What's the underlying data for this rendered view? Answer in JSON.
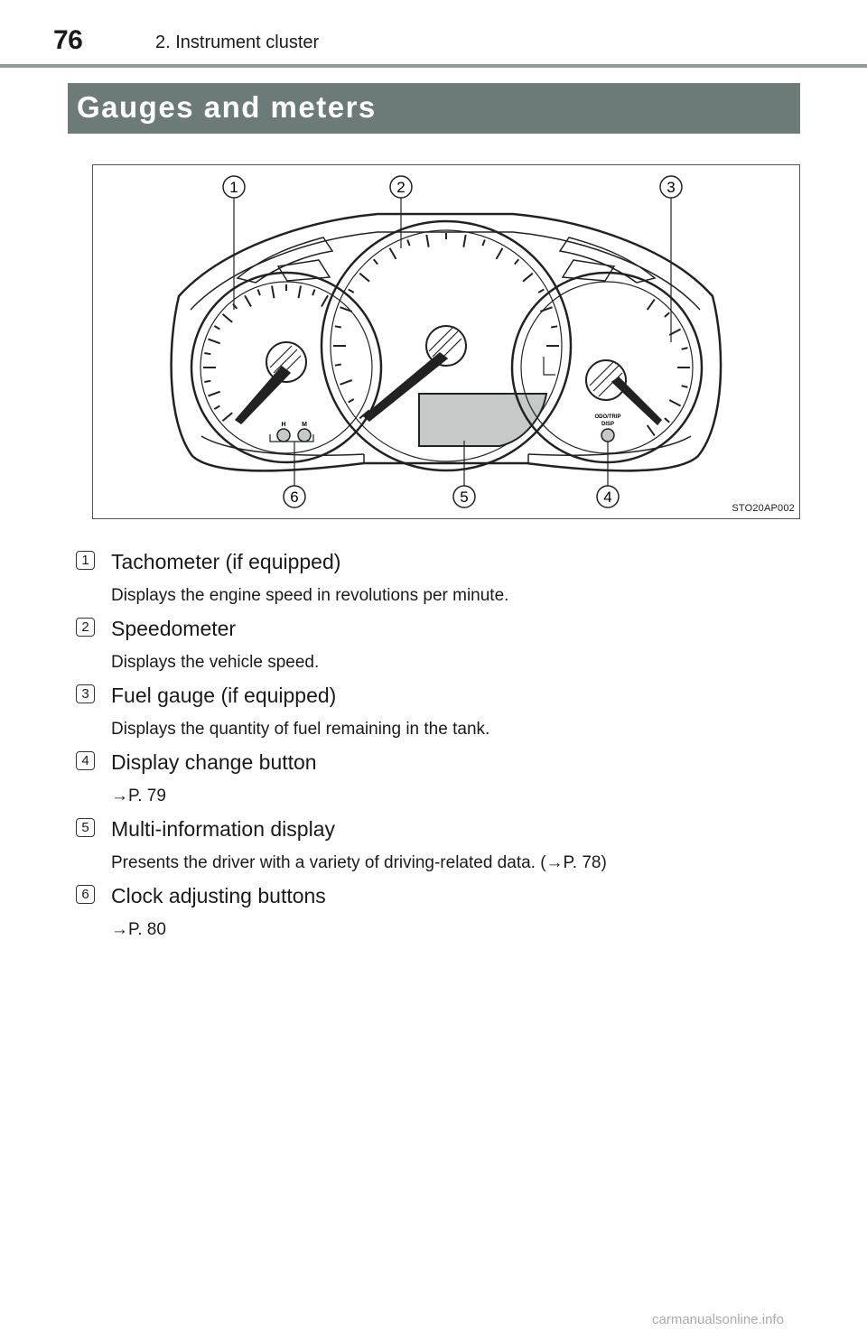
{
  "header": {
    "page_number": "76",
    "chapter": "2. Instrument cluster"
  },
  "section": {
    "title": "Gauges and meters"
  },
  "figure": {
    "code": "STO20AP002",
    "callouts": [
      "1",
      "2",
      "3",
      "4",
      "5",
      "6"
    ],
    "button_labels": {
      "hour": "H",
      "minute": "M",
      "odo_line1": "ODO/TRIP",
      "odo_line2": "DISP"
    }
  },
  "items": [
    {
      "number": "1",
      "title": "Tachometer (if equipped)",
      "description": "Displays the engine speed in revolutions per minute."
    },
    {
      "number": "2",
      "title": "Speedometer",
      "description": "Displays the vehicle speed."
    },
    {
      "number": "3",
      "title": "Fuel gauge (if equipped)",
      "description": "Displays the quantity of fuel remaining in the tank."
    },
    {
      "number": "4",
      "title": "Display change button",
      "description": "→P. 79"
    },
    {
      "number": "5",
      "title": "Multi-information display",
      "description": "Presents the driver with a variety of driving-related data. (→P. 78)"
    },
    {
      "number": "6",
      "title": "Clock adjusting buttons",
      "description": "→P. 80"
    }
  ],
  "footer": {
    "watermark": "carmanualsonline.info"
  }
}
